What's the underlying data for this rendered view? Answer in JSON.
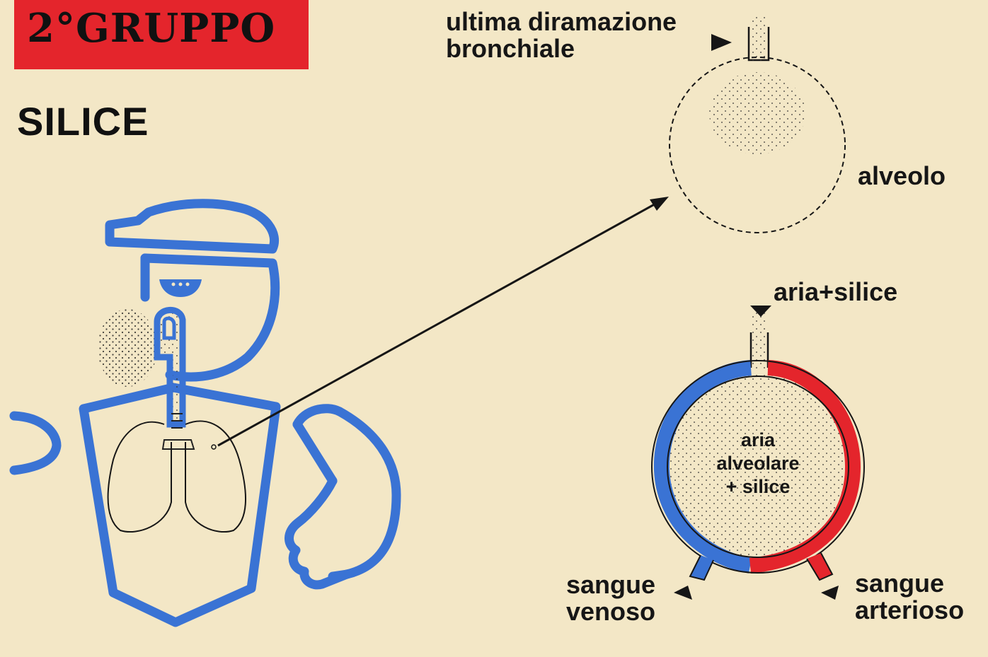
{
  "header": {
    "group_label": "2°GRUPPO"
  },
  "section": {
    "title": "SILICE"
  },
  "labels": {
    "last_bronchial_branch_line1": "ultima diramazione",
    "last_bronchial_branch_line2": "bronchiale",
    "alveolus": "alveolo",
    "air_plus_silica": "aria+silice",
    "alveolar_air_line1": "aria",
    "alveolar_air_line2": "alveolare",
    "alveolar_air_line3": "+ silice",
    "venous_blood_line1": "sangue",
    "venous_blood_line2": "venoso",
    "arterial_blood_line1": "sangue",
    "arterial_blood_line2": "arterioso"
  },
  "colors": {
    "background": "#f3e7c6",
    "header_red": "#e4252c",
    "figure_blue": "#3a73d4",
    "artery_red": "#e4252c",
    "vein_blue": "#3a73d4",
    "ink": "#161616"
  }
}
